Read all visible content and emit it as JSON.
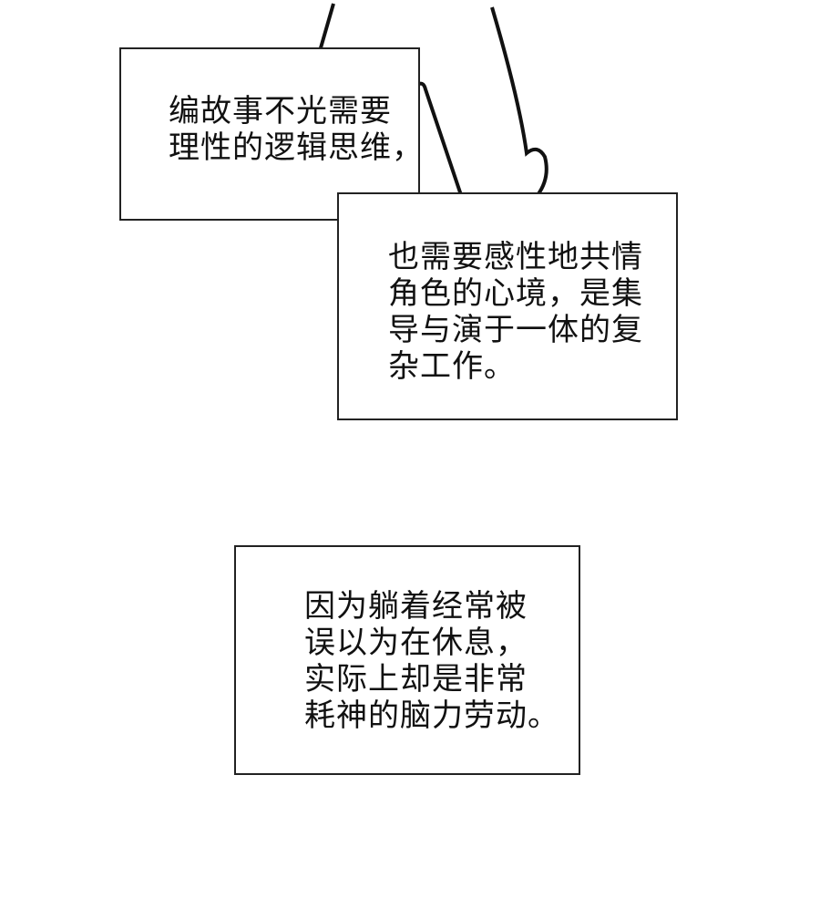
{
  "panels": [
    {
      "lines": [
        "编故事不光需要",
        "理性的逻辑思维，"
      ]
    },
    {
      "lines": [
        "也需要感性地共情",
        "角色的心境，是集",
        "导与演于一体的复",
        "杂工作。"
      ]
    },
    {
      "lines": [
        "因为躺着经常被",
        "误以为在休息，",
        "实际上却是非常",
        "耗神的脑力劳动。"
      ]
    }
  ],
  "colors": {
    "ink": "#111111",
    "background": "#ffffff"
  }
}
